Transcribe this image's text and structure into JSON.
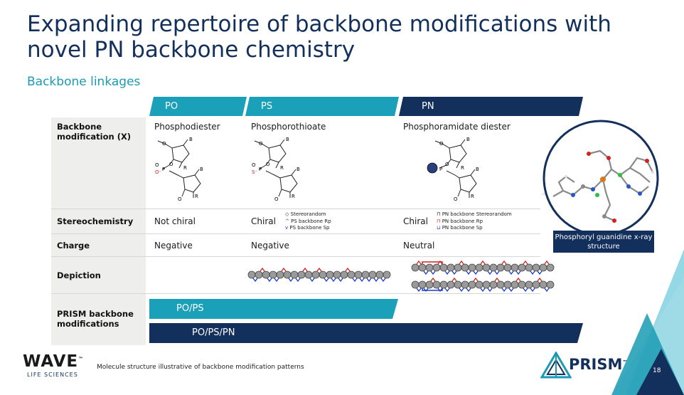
{
  "slide": {
    "title": "Expanding repertoire of backbone modifications with novel PN backbone chemistry",
    "subtitle": "Backbone linkages",
    "page_number": "18",
    "footnote": "Molecule structure illustrative of backbone modification patterns"
  },
  "tabs": [
    {
      "label": "PO",
      "color": "#1aa0b8"
    },
    {
      "label": "PS",
      "color": "#1aa0b8"
    },
    {
      "label": "PN",
      "color": "#13305c"
    }
  ],
  "rows": {
    "backbone": {
      "label": "Backbone modification (X)",
      "po": "Phosphodiester",
      "ps": "Phosphorothioate",
      "pn": "Phosphoramidate diester"
    },
    "stereo": {
      "label": "Stereochemistry",
      "po": "Not chiral",
      "ps": "Chiral",
      "pn": "Chiral",
      "ps_legend": [
        "Stereorandom",
        "PS backbone Rp",
        "PS backbone Sp"
      ],
      "pn_legend": [
        "PN backbone Stereorandom",
        "PN backbone Rp",
        "PN backbone Sp"
      ]
    },
    "charge": {
      "label": "Charge",
      "po": "Negative",
      "ps": "Negative",
      "pn": "Neutral"
    },
    "depiction": {
      "label": "Depiction"
    },
    "prism": {
      "label": "PRISM backbone modifications",
      "band1": "PO/PS",
      "band2": "PO/PS/PN"
    }
  },
  "molecule_labels": {
    "ring_o": "O",
    "base": "B",
    "r": "R",
    "p": "P",
    "o_minus": "O⁻",
    "s_minus": "S⁻"
  },
  "xray_caption": "Phosphoryl guanidine x-ray structure",
  "logos": {
    "wave": "WAVE",
    "wave_tm": "™",
    "wave_sub": "LIFE SCIENCES",
    "prism": "PRISM",
    "prism_tm": "™"
  },
  "colors": {
    "navy": "#13305c",
    "teal": "#1aa0b8",
    "rp_red": "#d42020",
    "sp_blue": "#1a3ccc"
  }
}
